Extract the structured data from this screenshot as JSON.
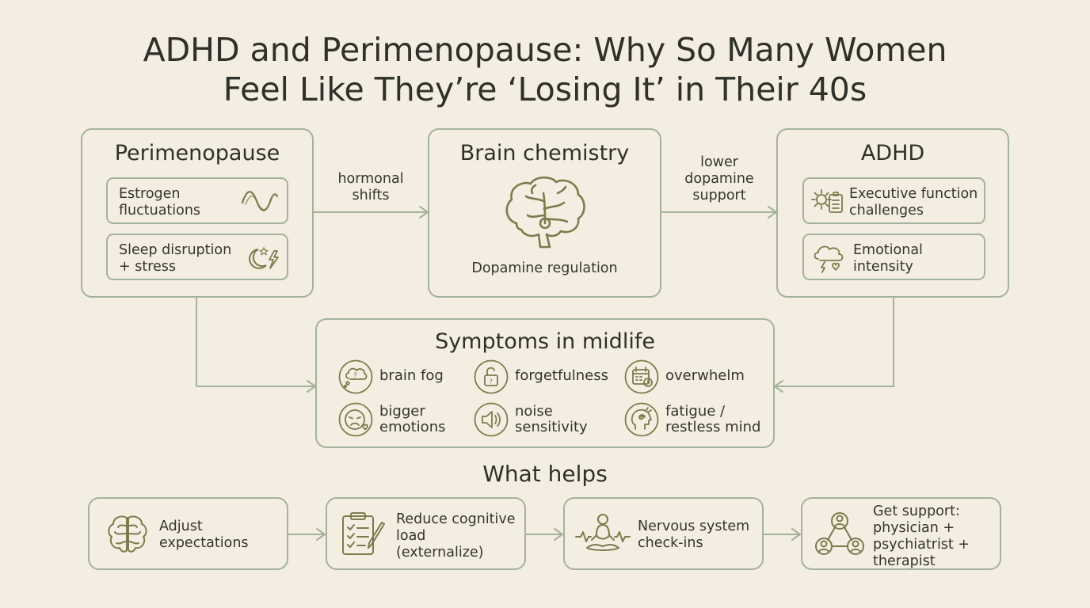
{
  "title": {
    "line1": "ADHD and Perimenopause: Why So Many Women",
    "line2": "Feel Like They’re ‘Losing It’ in Their 40s"
  },
  "perimenopause": {
    "heading": "Perimenopause",
    "items": [
      {
        "line1": "Estrogen",
        "line2": "fluctuations",
        "icon": "wave-icon"
      },
      {
        "line1": "Sleep disruption",
        "line2": "+ stress",
        "icon": "moon-lightning-icon"
      }
    ]
  },
  "brain": {
    "heading": "Brain chemistry",
    "caption": "Dopamine regulation",
    "icon": "brain-icon"
  },
  "adhd": {
    "heading": "ADHD",
    "items": [
      {
        "line1": "Executive function",
        "line2": "challenges",
        "icon": "gear-checklist-icon"
      },
      {
        "line1": "Emotional",
        "line2": "intensity",
        "icon": "storm-cloud-heart-icon"
      }
    ]
  },
  "connectors": {
    "hormonal": {
      "line1": "hormonal",
      "line2": "shifts"
    },
    "dopamine": {
      "line1": "lower",
      "line2": "dopamine",
      "line3": "support"
    }
  },
  "symptoms": {
    "heading": "Symptoms in midlife",
    "items": [
      {
        "line1": "brain fog",
        "line2": "",
        "icon": "thought-bubble-icon"
      },
      {
        "line1": "forgetfulness",
        "line2": "",
        "icon": "open-lock-icon"
      },
      {
        "line1": "overwhelm",
        "line2": "",
        "icon": "calendar-clock-icon"
      },
      {
        "line1": "bigger",
        "line2": "emotions",
        "icon": "sad-face-icon"
      },
      {
        "line1": "noise",
        "line2": "sensitivity",
        "icon": "speaker-icon"
      },
      {
        "line1": "fatigue /",
        "line2": "restless mind",
        "icon": "head-spiral-icon"
      }
    ]
  },
  "helps": {
    "heading": "What helps",
    "items": [
      {
        "lines": [
          "Adjust",
          "expectations"
        ],
        "icon": "brain-icon"
      },
      {
        "lines": [
          "Reduce cognitive",
          "load",
          "(externalize)"
        ],
        "icon": "clipboard-pencil-icon"
      },
      {
        "lines": [
          "Nervous system",
          "check-ins"
        ],
        "icon": "meditation-icon"
      },
      {
        "lines": [
          "Get support:",
          "physician +",
          "psychiatrist +",
          "therapist"
        ],
        "icon": "people-network-icon"
      }
    ]
  },
  "colors": {
    "background": "#f3eee1",
    "border": "#a5b29b",
    "icon": "#7f7a4d",
    "text": "#33342c"
  }
}
